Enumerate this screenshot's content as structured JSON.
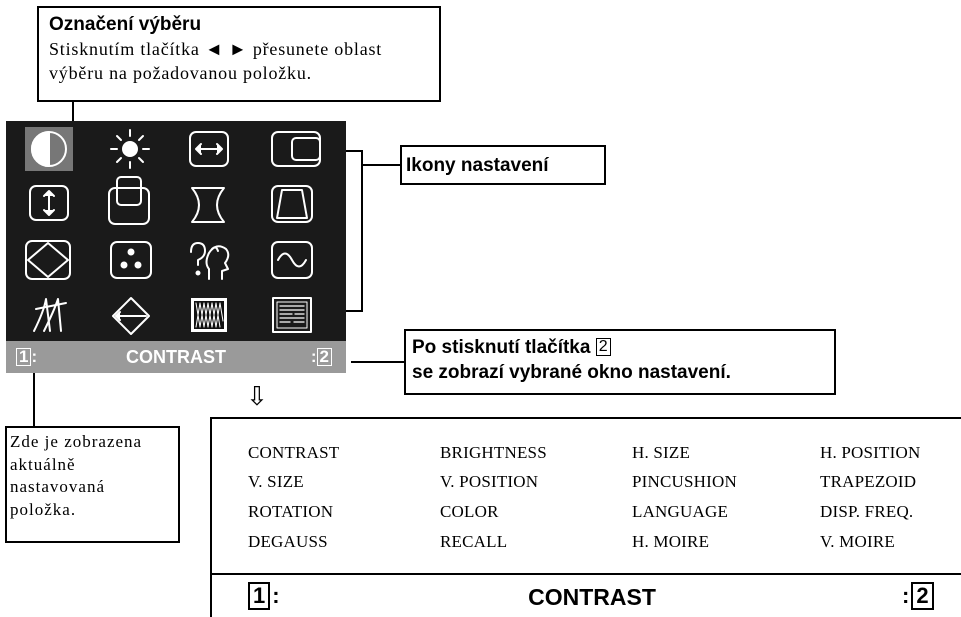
{
  "selection_callout": {
    "title": "Označení výběru",
    "description": "Stisknutím tlačítka ◄ ► přesunete oblast výběru na požadovanou položku."
  },
  "icons": [
    "contrast-icon",
    "brightness-icon",
    "h-size-icon",
    "h-position-icon",
    "v-size-icon",
    "v-position-icon",
    "pincushion-icon",
    "trapezoid-icon",
    "rotation-icon",
    "color-icon",
    "language-icon",
    "disp-freq-icon",
    "degauss-icon",
    "recall-icon",
    "h-moire-icon",
    "v-moire-icon"
  ],
  "osd_bar": {
    "left_num": "1",
    "left_sep": ":",
    "item": "CONTRAST",
    "right_sep": ":",
    "right_num": "2"
  },
  "icons_callout": {
    "label": "Ikony nastavení"
  },
  "press_callout": {
    "line1": "Po stisknutí tlačítka",
    "button": "2",
    "line2": "se zobrazí vybrané okno nastavení."
  },
  "arrow": "⇩",
  "current_item_callout": {
    "lines": [
      "Zde je zobrazena",
      "aktuálně",
      "nastavovaná",
      "položka."
    ]
  },
  "menu": {
    "items": [
      [
        "CONTRAST",
        "BRIGHTNESS",
        "H. SIZE",
        "H. POSITION"
      ],
      [
        "V. SIZE",
        "V. POSITION",
        "PINCUSHION",
        "TRAPEZOID"
      ],
      [
        "ROTATION",
        "COLOR",
        "LANGUAGE",
        "DISP. FREQ."
      ],
      [
        "DEGAUSS",
        "RECALL",
        "H. MOIRE",
        "V. MOIRE"
      ]
    ],
    "bar": {
      "left_num": "1",
      "left_sep": ":",
      "item": "CONTRAST",
      "right_sep": ":",
      "right_num": "2"
    }
  }
}
